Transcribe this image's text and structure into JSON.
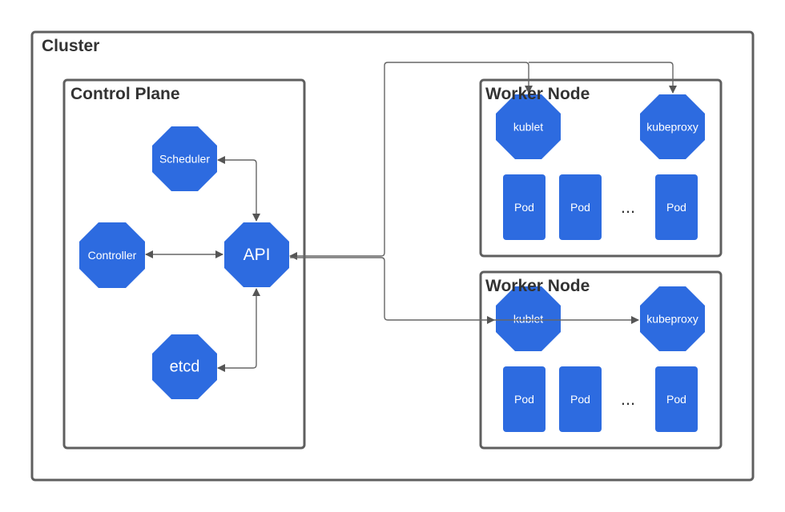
{
  "cluster": {
    "title": "Cluster"
  },
  "control_plane": {
    "title": "Control Plane",
    "components": {
      "scheduler": "Scheduler",
      "controller": "Controller",
      "api": "API",
      "etcd": "etcd"
    }
  },
  "worker_nodes": [
    {
      "title": "Worker Node",
      "kublet": "kublet",
      "kubeproxy": "kubeproxy",
      "pods": [
        "Pod",
        "Pod",
        "Pod"
      ],
      "ellipsis": "..."
    },
    {
      "title": "Worker Node",
      "kublet": "kublet",
      "kubeproxy": "kubeproxy",
      "pods": [
        "Pod",
        "Pod",
        "Pod"
      ],
      "ellipsis": "..."
    }
  ],
  "colors": {
    "node_fill": "#2d6be0",
    "frame_stroke": "#5f5f5f",
    "edge": "#666666"
  },
  "connections": [
    {
      "from": "scheduler",
      "to": "api",
      "direction": "both"
    },
    {
      "from": "controller",
      "to": "api",
      "direction": "both"
    },
    {
      "from": "etcd",
      "to": "api",
      "direction": "both"
    },
    {
      "from": "api",
      "to": "worker_nodes.0.kublet",
      "direction": "both"
    },
    {
      "from": "api",
      "to": "worker_nodes.0.kubeproxy",
      "direction": "both"
    },
    {
      "from": "api",
      "to": "worker_nodes.1.kublet",
      "direction": "both"
    },
    {
      "from": "worker_nodes.1.kublet",
      "to": "worker_nodes.1.kubeproxy",
      "direction": "forward"
    }
  ]
}
